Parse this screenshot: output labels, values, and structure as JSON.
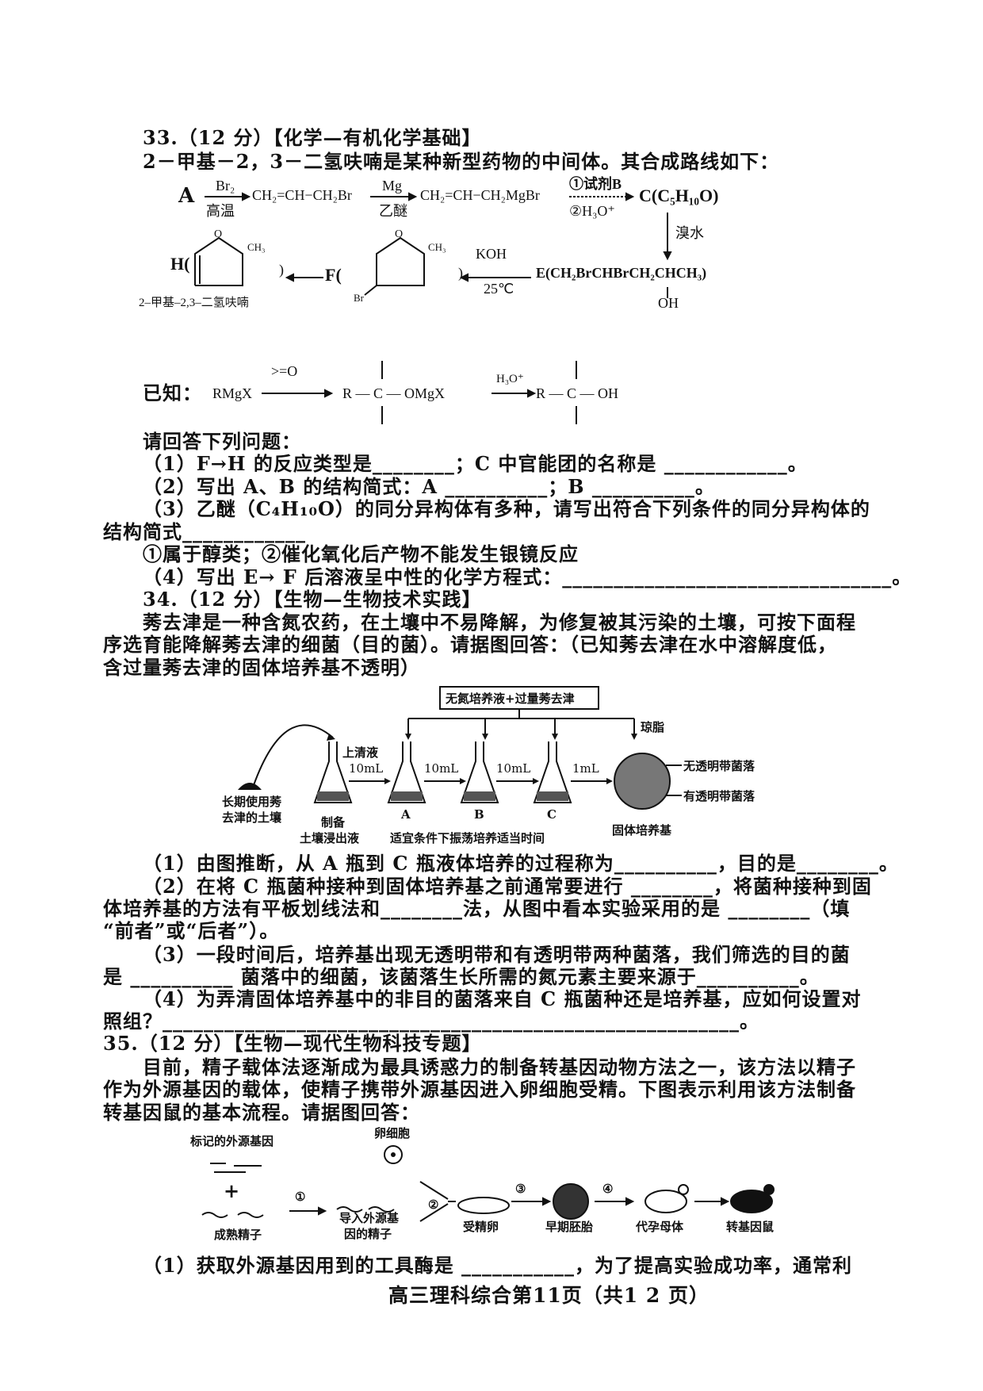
{
  "q33": {
    "title": "33.（12 分）【化学—有机化学基础】",
    "intro": "2－甲基－2，3－二氢呋喃是某种新型药物的中间体。其合成路线如下：",
    "scheme": {
      "A": "A",
      "br2": "Br₂",
      "high_temp": "高温",
      "allyl_bromide": "CH₂=CH−CH₂Br",
      "mg": "Mg",
      "ether": "乙醚",
      "grignard": "CH₂=CH−CH₂MgBr",
      "step1": "①试剂B",
      "step2": "②H₃O⁺",
      "C": "C(C₅H₁₀O)",
      "bromine_water": "溴水",
      "E": "E(CH₂BrCHBrCH₂CHCH₃)",
      "E_oh": "OH",
      "koh": "KOH",
      "temp": "25℃",
      "F": "F(",
      "H": "H(",
      "close": ")",
      "o": "O",
      "ch3": "CH₃",
      "br": "Br",
      "H_name": "2–甲基–2,3–二氢呋喃"
    },
    "known": {
      "label": "已知：",
      "rmgx": "RMgX",
      "ketone": ">=O",
      "intermediate": "R — C — OMgX",
      "h3o": "H₃O⁺",
      "product": "R — C — OH"
    },
    "prompt": "请回答下列问题：",
    "questions": [
      "（1）F→H 的反应类型是________；C 中官能团的名称是 ____________。",
      "（2）写出 A、B 的结构简式：A __________；B __________。",
      "（3）乙醚（C₄H₁₀O）的同分异构体有多种，请写出符合下列条件的同分异构体的",
      "结构简式____________",
      "①属于醇类；②催化氧化后产物不能发生银镜反应",
      "（4）写出 E→ F 后溶液呈中性的化学方程式：________________________________。"
    ]
  },
  "q34": {
    "title": "34.（12 分）【生物—生物技术实践】",
    "intro": [
      "莠去津是一种含氮农药，在土壤中不易降解，为修复被其污染的土壤，可按下面程",
      "序选育能降解莠去津的细菌（目的菌）。请据图回答：（已知莠去津在水中溶解度低，",
      "含过量莠去津的固体培养基不透明）"
    ],
    "diagram": {
      "medium": "无氮培养液+过量莠去津",
      "agar": "琼脂",
      "supernatant": "上清液",
      "v10a": "10mL",
      "v10b": "10mL",
      "v10c": "10mL",
      "v1": "1mL",
      "soil": "长期使用莠\n去津的土壤",
      "soil1": "长期使用莠",
      "soil2": "去津的土壤",
      "prep1": "制备",
      "prep2": "土壤浸出液",
      "A": "A",
      "B": "B",
      "C": "C",
      "culture": "适宜条件下振荡培养适当时间",
      "no_clear": "无透明带菌落",
      "clear": "有透明带菌落",
      "plate": "固体培养基"
    },
    "questions": [
      "（1）由图推断，从 A 瓶到 C 瓶液体培养的过程称为__________，目的是________。",
      "（2）在将 C 瓶菌种接种到固体培养基之前通常要进行 ________，将菌种接种到固",
      "体培养基的方法有平板划线法和________法，从图中看本实验采用的是 ________（填",
      "“前者”或“后者”）。",
      "（3）一段时间后，培养基出现无透明带和有透明带两种菌落，我们筛选的目的菌",
      "是 __________ 菌落中的细菌，该菌落生长所需的氮元素主要来源于__________。",
      "（4）为弄清固体培养基中的非目的菌落来自 C 瓶菌种还是培养基，应如何设置对",
      "照组？________________________________________________________。"
    ]
  },
  "q35": {
    "title": "35.（12 分）【生物—现代生物科技专题】",
    "intro": [
      "目前，精子载体法逐渐成为最具诱惑力的制备转基因动物方法之一，该方法以精子",
      "作为外源基因的载体，使精子携带外源基因进入卵细胞受精。下图表示利用该方法制备",
      "转基因鼠的基本流程。请据图回答："
    ],
    "diagram": {
      "gene": "标记的外源基因",
      "egg": "卵细胞",
      "plus": "+",
      "sperm": "成熟精子",
      "s1": "①",
      "s2": "②",
      "s3": "③",
      "s4": "④",
      "loaded1": "导入外源基",
      "loaded2": "因的精子",
      "zygote": "受精卵",
      "embryo": "早期胚胎",
      "surrogate": "代孕母体",
      "mouse": "转基因鼠"
    },
    "questions": [
      "（1）获取外源基因用到的工具酶是 ___________，为了提高实验成功率，通常利"
    ]
  },
  "footer": "高三理科综合第11页（共1 2 页）"
}
